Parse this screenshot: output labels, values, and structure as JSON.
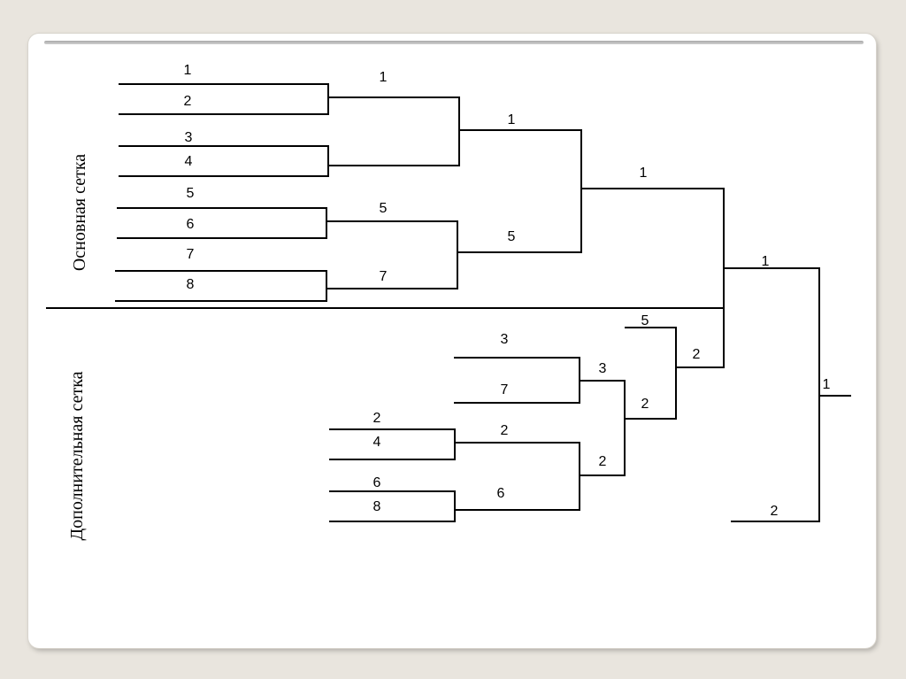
{
  "sections": {
    "main": "Основная сетка",
    "consolation": "Дополнительная сетка"
  },
  "main_bracket": {
    "round1": [
      "1",
      "2",
      "3",
      "4",
      "5",
      "6",
      "7",
      "8"
    ],
    "round2": [
      "1",
      "5",
      "7"
    ],
    "round3": [
      "1",
      "5"
    ],
    "round4": [
      "1"
    ]
  },
  "consolation_bracket": {
    "seeds": [
      "3",
      "7",
      "2",
      "4",
      "6",
      "8"
    ],
    "round2": [
      "3",
      "2",
      "6"
    ],
    "round3": [
      "2"
    ],
    "round4": [
      "5",
      "2"
    ],
    "round5": [
      "2"
    ]
  },
  "final": {
    "upper": "1",
    "lower": "2",
    "winner": "1"
  }
}
